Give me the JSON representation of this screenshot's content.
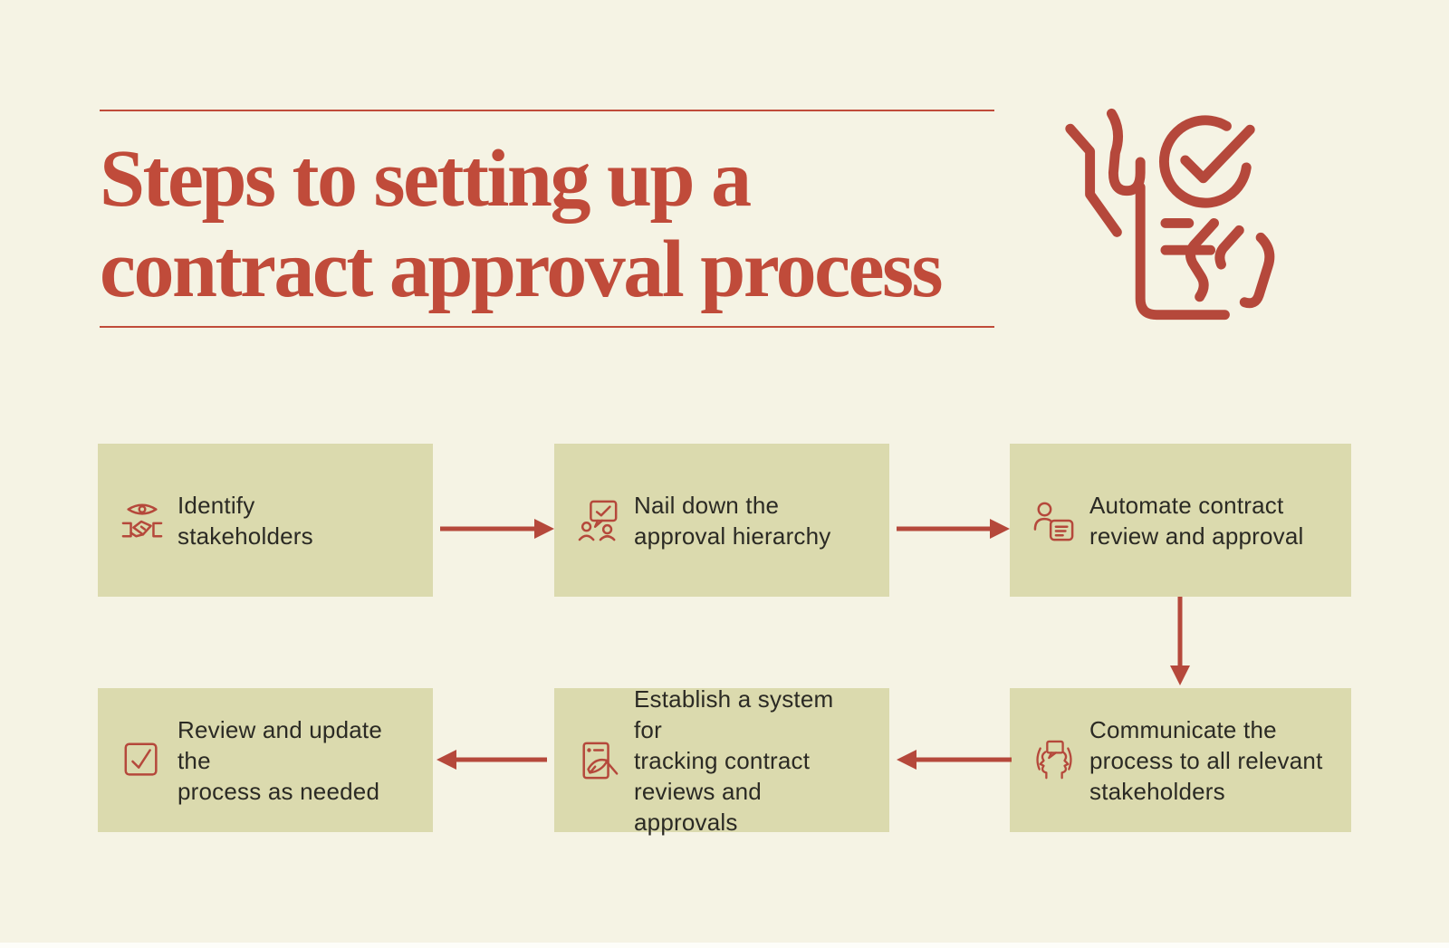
{
  "colors": {
    "background": "#f5f3e4",
    "box": "#dbdaae",
    "accent": "#b5483b",
    "title": "#c04b3a",
    "text": "#2b2a24",
    "footer_strip": "#fdfdf9"
  },
  "header": {
    "title_lines": [
      "Steps to setting up a",
      "contract approval process"
    ],
    "hero_icon": "hands-holding-document-with-check-icon"
  },
  "steps": [
    {
      "order": 1,
      "icon": "eye-over-handshake-icon",
      "label": "Identify stakeholders",
      "lines": [
        "Identify",
        "stakeholders"
      ]
    },
    {
      "order": 2,
      "icon": "people-with-approved-speech-bubble-icon",
      "label": "Nail down the approval hierarchy",
      "lines": [
        "Nail down the",
        "approval hierarchy"
      ]
    },
    {
      "order": 3,
      "icon": "person-with-document-icon",
      "label": "Automate contract review and approval",
      "lines": [
        "Automate contract",
        "review and approval"
      ]
    },
    {
      "order": 4,
      "icon": "two-profiles-talking-icon",
      "label": "Communicate the process to all relevant stakeholders",
      "lines": [
        "Communicate the",
        "process to all relevant",
        "stakeholders"
      ]
    },
    {
      "order": 5,
      "icon": "document-with-quill-pen-icon",
      "label": "Establish a system for tracking contract reviews and approvals",
      "lines": [
        "Establish a system for",
        "tracking contract",
        "reviews and approvals"
      ]
    },
    {
      "order": 6,
      "icon": "checkbox-checked-icon",
      "label": "Review and update the process as needed",
      "lines": [
        "Review and update the",
        "process as needed"
      ]
    }
  ],
  "connectors": [
    {
      "from": 1,
      "to": 2,
      "direction": "right"
    },
    {
      "from": 2,
      "to": 3,
      "direction": "right"
    },
    {
      "from": 3,
      "to": 4,
      "direction": "down"
    },
    {
      "from": 4,
      "to": 5,
      "direction": "left"
    },
    {
      "from": 5,
      "to": 6,
      "direction": "left"
    }
  ]
}
